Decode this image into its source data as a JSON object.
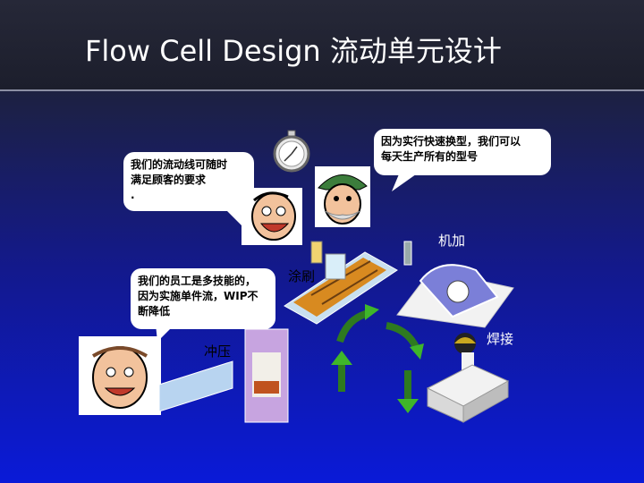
{
  "slide": {
    "title": "Flow Cell Design 流动单元设计"
  },
  "bubbles": {
    "customer": {
      "line1": "我们的流动线可随时",
      "line2": "满足顾客的要求",
      "line3": "."
    },
    "changeover": {
      "line1": "因为实行快速换型，我们可以",
      "line2": "每天生产所有的型号"
    },
    "workers": {
      "line1": "我们的员工是多技能的，",
      "line2": "因为实施单件流，WIP不",
      "line3": "断降低"
    }
  },
  "stations": {
    "machining": "机加",
    "painting": "涂刷",
    "stamping": "冲压",
    "welding": "焊接"
  },
  "icons": [
    "stopwatch-icon",
    "cartoon-face-icon",
    "arrow-icon"
  ]
}
